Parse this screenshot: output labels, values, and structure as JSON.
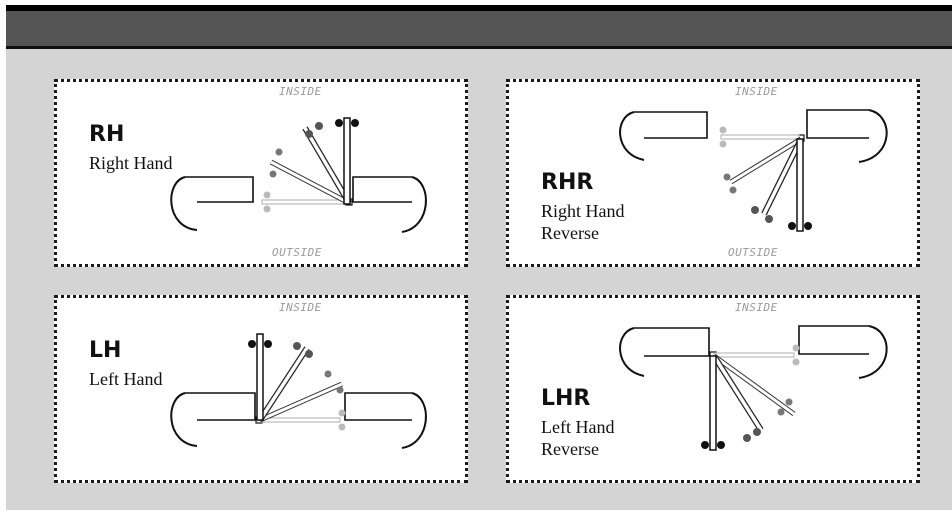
{
  "panels": {
    "rh": {
      "code": "RH",
      "name": "Right Hand",
      "inside": "INSIDE",
      "outside": "OUTSIDE"
    },
    "rhr": {
      "code": "RHR",
      "name": "Right Hand Reverse",
      "inside": "INSIDE",
      "outside": "OUTSIDE"
    },
    "lh": {
      "code": "LH",
      "name": "Left Hand",
      "inside": "INSIDE"
    },
    "lhr": {
      "code": "LHR",
      "name": "Left Hand Reverse",
      "inside": "INSIDE"
    }
  },
  "colors": {
    "frame": "#d4d4d4",
    "header": "#555555",
    "door_dark": "#111111",
    "door_mid": "#555555",
    "door_light": "#b0b0b0"
  }
}
